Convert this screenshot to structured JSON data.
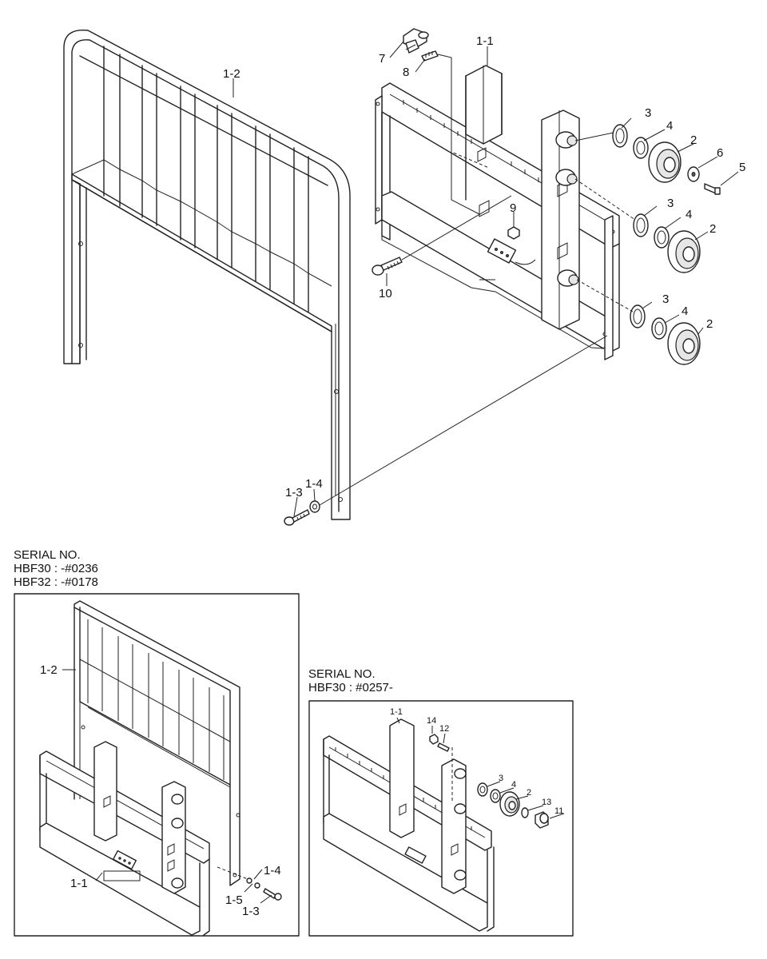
{
  "labels": {
    "l1_1": "1-1",
    "l1_2": "1-2",
    "l1_3": "1-3",
    "l1_4": "1-4",
    "l1_5": "1-5",
    "l2": "2",
    "l3": "3",
    "l4": "4",
    "l5": "5",
    "l6": "6",
    "l7": "7",
    "l8": "8",
    "l9": "9",
    "l10": "10",
    "l11": "11",
    "l12": "12",
    "l13": "13",
    "l14": "14"
  },
  "serial_left": {
    "title": "SERIAL NO.",
    "line1": "HBF30 : -#0236",
    "line2": "HBF32 : -#0178"
  },
  "serial_right": {
    "title": "SERIAL NO.",
    "line1": "HBF30 : #0257-"
  }
}
